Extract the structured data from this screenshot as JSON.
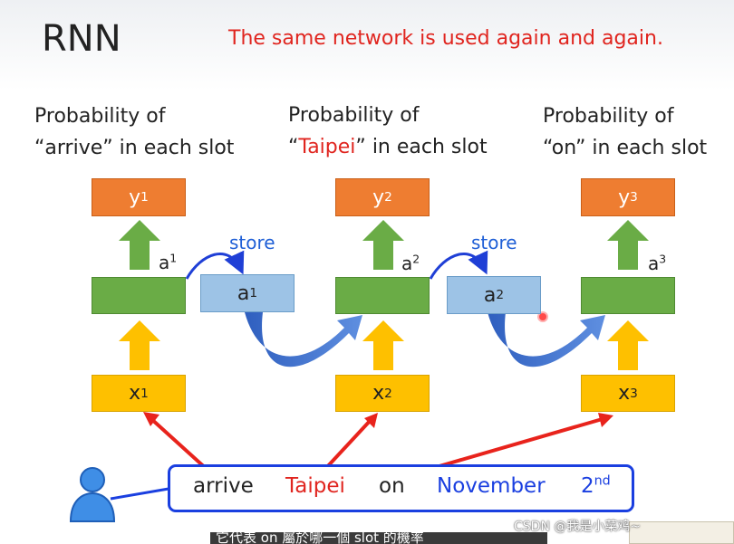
{
  "title": "RNN",
  "subtitle": "The same network is used again and again.",
  "steps": [
    {
      "prob_line1": "Probability of",
      "prob_quote_open": "“",
      "prob_word": "arrive",
      "prob_quote_close": "”",
      "prob_rest": " in each slot",
      "y": "y",
      "y_sup": "1",
      "a": "a",
      "a_sup": "1",
      "x": "x",
      "x_sup": "1"
    },
    {
      "prob_line1": "Probability of",
      "prob_quote_open": "“",
      "prob_word": "Taipei",
      "prob_quote_close": "”",
      "prob_rest": " in each slot",
      "y": "y",
      "y_sup": "2",
      "a": "a",
      "a_sup": "2",
      "x": "x",
      "x_sup": "2"
    },
    {
      "prob_line1": "Probability of",
      "prob_quote_open": "“",
      "prob_word": "on",
      "prob_quote_close": "”",
      "prob_rest": " in each slot",
      "y": "y",
      "y_sup": "3",
      "a": "a",
      "a_sup": "3",
      "x": "x",
      "x_sup": "3"
    }
  ],
  "memory": [
    {
      "store": "store",
      "a": "a",
      "a_sup": "1"
    },
    {
      "store": "store",
      "a": "a",
      "a_sup": "2"
    }
  ],
  "sentence": {
    "w1": "arrive",
    "w2": "Taipei",
    "w3": "on",
    "w4": "November",
    "w5": "2",
    "w5_sup": "nd"
  },
  "subtitle_caption": "它代表 on 屬於哪一個 slot 的機率",
  "watermark": "CSDN @我是小菜鸡~",
  "colors": {
    "output_box": "#ee7d31",
    "hidden_box": "#6aac46",
    "memory_box": "#9dc3e6",
    "input_box": "#fec000",
    "highlight_text": "#e0251f",
    "sentence_blue": "#1a3fe0",
    "store_arrow": "#1f5fd6"
  }
}
